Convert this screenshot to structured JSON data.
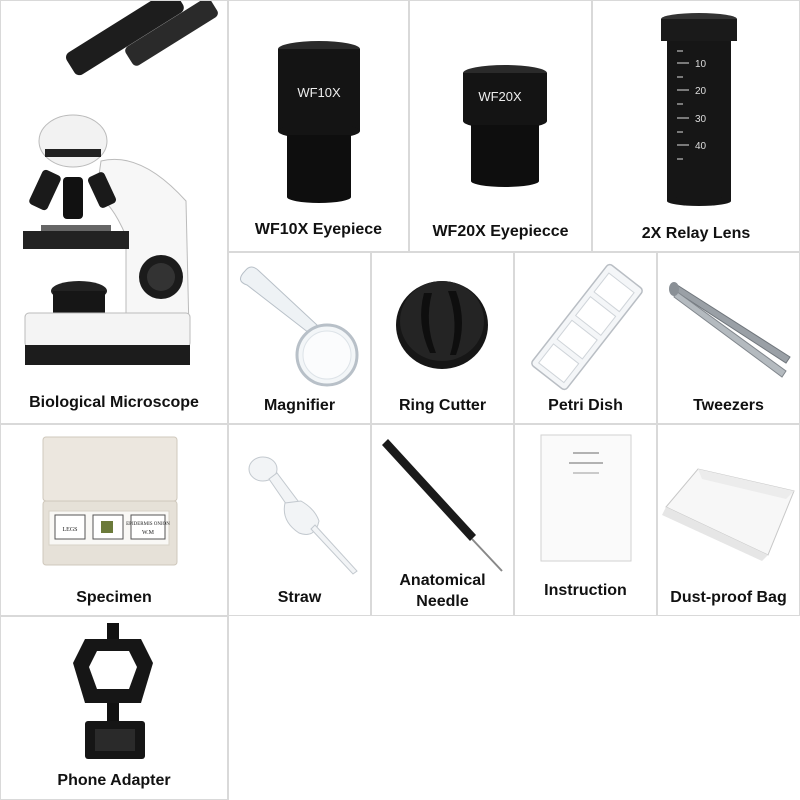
{
  "items": [
    {
      "label": "Biological Microscope"
    },
    {
      "label": "WF10X Eyepiece",
      "engraving": "WF10X"
    },
    {
      "label": "WF20X Eyepiecce",
      "engraving": "WF20X"
    },
    {
      "label": "2X Relay Lens",
      "scale": [
        "10",
        "20",
        "30",
        "40"
      ]
    },
    {
      "label": "Magnifier"
    },
    {
      "label": "Ring Cutter"
    },
    {
      "label": "Petri Dish"
    },
    {
      "label": "Tweezers"
    },
    {
      "label": "Specimen",
      "slide_labels": [
        "LEGS",
        "EPIDERMIS ONION",
        "W.M"
      ]
    },
    {
      "label": "Straw"
    },
    {
      "label_line1": "Anatomical",
      "label_line2": "Needle"
    },
    {
      "label": "Instruction"
    },
    {
      "label": "Dust-proof Bag"
    },
    {
      "label": "Phone Adapter"
    }
  ]
}
